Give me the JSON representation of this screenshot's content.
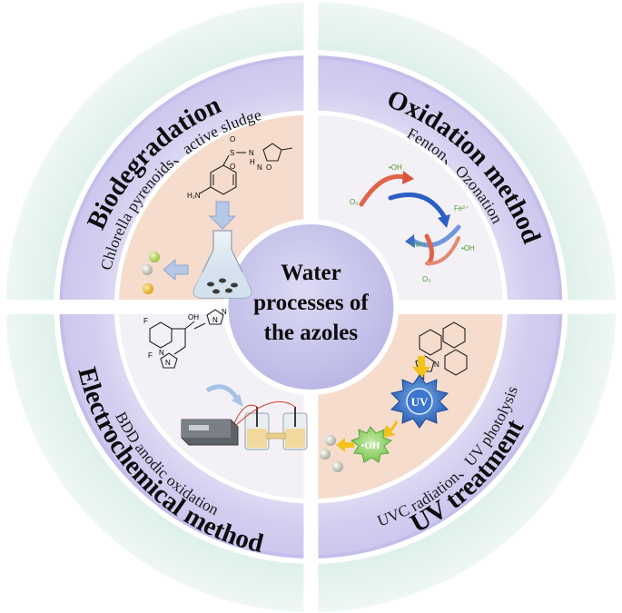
{
  "center": {
    "line1": "Water",
    "line2": "processes of",
    "line3": "the azoles"
  },
  "quadrants": {
    "top_left": {
      "title": "Biodegradation",
      "subtitle": "Chlorella pyrenoids、active sludge"
    },
    "top_right": {
      "title": "Oxidation method",
      "subtitle": "Fenton、Ozonation"
    },
    "bottom_left": {
      "title": "Electrochemical method",
      "subtitle": "BDD anodic oxidation"
    },
    "bottom_right": {
      "title": "UV treatment",
      "subtitle": "UVC radiation、UV photolysis"
    }
  },
  "illustrations": {
    "oxidation": {
      "o3_a": "O₃",
      "oh_a": "•OH",
      "fe3": "Fe³⁺",
      "fe2": "Fe²⁺",
      "oh_b": "•OH",
      "o3_b": "O₃"
    },
    "biodeg": {
      "nh2": "H₂N",
      "o1": "O",
      "s": "S",
      "o2": "O",
      "nh": "N",
      "h": "H",
      "ring_o": "O",
      "ring_n": "N"
    },
    "electro": {
      "f1": "F",
      "f2": "F",
      "oh": "OH",
      "n1": "N",
      "n2": "N",
      "n3": "N",
      "n4": "N"
    },
    "uv": {
      "uv_label": "UV",
      "oh_label": "•OH",
      "n1": "N",
      "n2": "N"
    }
  },
  "colors": {
    "outer_ring": "#e4f2ee",
    "middle_ring": "#c9c6ee",
    "inner_ring": "#eeeaf1",
    "center_disc": "#c7c4ea",
    "peach": "#f7dccf",
    "lavender_light": "#f1eff5",
    "separator": "#ffffff"
  }
}
